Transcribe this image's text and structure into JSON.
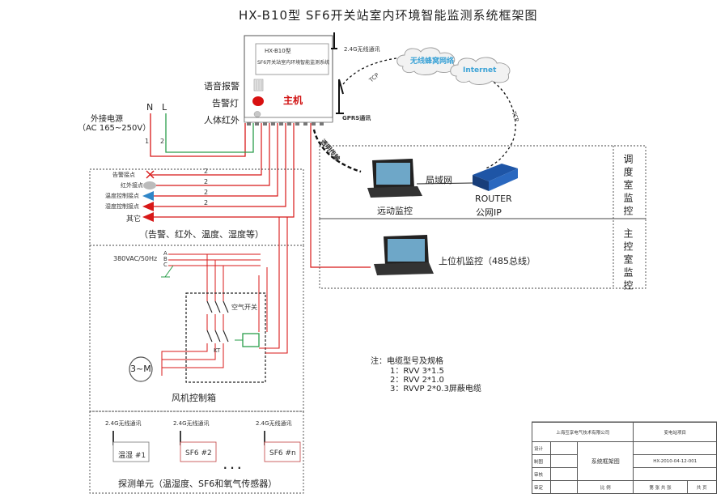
{
  "title": "HX-B10型 SF6开关站室内环境智能监测系统框架图",
  "host": {
    "box_line1": "HX-B10型",
    "box_line2": "SF6开关站室内环境智能监测系统",
    "main_label": "主机",
    "voice_alarm": "语音报警",
    "alarm_lamp": "告警灯",
    "pir": "人体红外",
    "wireless_24g": "2.4G无线通讯",
    "gprs": "GPRS通讯"
  },
  "power": {
    "label": "外接电源",
    "range": "（AC 165~250V）",
    "n": "N",
    "l": "L",
    "wire1": "1",
    "wire2": "2"
  },
  "network": {
    "cloud_cellular": "无线蜂窝网络",
    "cloud_internet": "Internet",
    "tcp_left": "TCP",
    "tcp_right": "TCP",
    "transparent": "透明传输",
    "lan": "局域网",
    "router": "ROUTER",
    "public_ip": "公网IP",
    "remote_monitor": "远动监控",
    "upper_monitor": "上位机监控（485总线）",
    "dispatch_room": "调度室监控",
    "control_room": "主控室监控"
  },
  "contacts": {
    "items": [
      {
        "label": "告警接点",
        "wire": "2",
        "end": "cross"
      },
      {
        "label": "红外接点",
        "wire": "2",
        "end": "oval"
      },
      {
        "label": "温度控制接点",
        "wire": "2",
        "end": "arrow-blue"
      },
      {
        "label": "湿度控制接点",
        "wire": "2",
        "end": "arrow-red"
      },
      {
        "label": "其它",
        "wire": "",
        "end": "arrow-red"
      }
    ],
    "caption": "（告警、红外、温度、湿度等）"
  },
  "fan": {
    "supply": "380VAC/50Hz",
    "phase_a": "A",
    "phase_b": "B",
    "phase_c": "C",
    "breaker": "空气开关",
    "relay": "KT",
    "motor": "3~M",
    "caption": "风机控制箱"
  },
  "sensors": {
    "wireless": "2.4G无线通讯",
    "items": [
      {
        "label": "温湿 #1"
      },
      {
        "label": "SF6 #2"
      },
      {
        "label": "SF6 #n"
      }
    ],
    "dots": ". . .",
    "caption": "探测单元（温湿度、SF6和氧气传感器）"
  },
  "notes": {
    "title": "注：电缆型号及规格",
    "lines": [
      "1：RVV 3*1.5",
      "2：RVV 2*1.0",
      "3：RVVP 2*0.3屏蔽电缆"
    ]
  },
  "title_block": {
    "company": "上海互享电气技术有限公司",
    "project": "变电站项目",
    "row_design": "设计",
    "row_draw": "制图",
    "row_check": "审核",
    "row_approve": "审定",
    "drawing_name": "系统框架图",
    "drawing_no": "HX-2010-04-12-001",
    "ratio": "比 例",
    "sheet": "第 张  共 张",
    "note_extra": "共 页"
  }
}
